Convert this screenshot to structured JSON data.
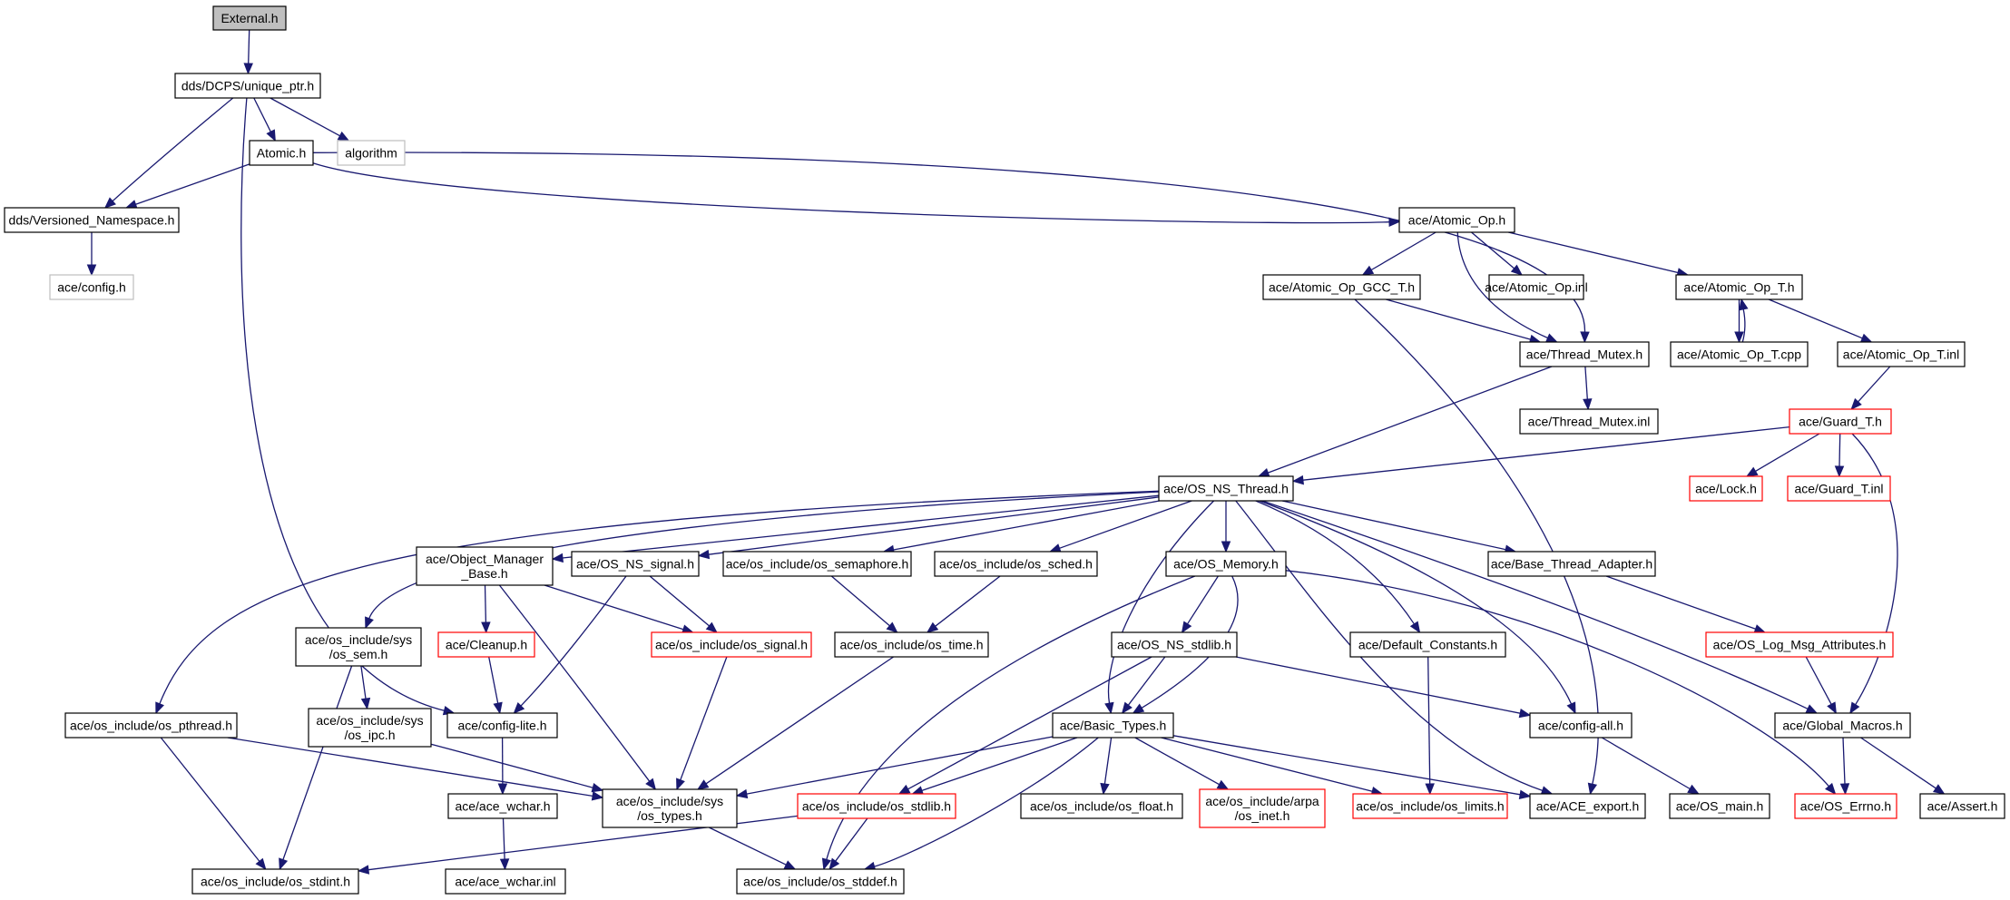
{
  "colors": {
    "edge": "#191970",
    "border_default": "#000000",
    "border_truncated": "#ff0000",
    "border_external": "#bfbfbf",
    "fill_root": "#bfbfbf",
    "fill_default": "#ffffff"
  },
  "nodes": [
    {
      "id": "external_h",
      "lines": [
        "External.h"
      ],
      "style": "root"
    },
    {
      "id": "unique_ptr_h",
      "lines": [
        "dds/DCPS/unique_ptr.h"
      ],
      "style": "default"
    },
    {
      "id": "atomic_h",
      "lines": [
        "Atomic.h"
      ],
      "style": "default"
    },
    {
      "id": "algorithm",
      "lines": [
        "algorithm"
      ],
      "style": "external"
    },
    {
      "id": "versioned_ns_h",
      "lines": [
        "dds/Versioned_Namespace.h"
      ],
      "style": "default"
    },
    {
      "id": "ace_config_h",
      "lines": [
        "ace/config.h"
      ],
      "style": "external"
    },
    {
      "id": "atomic_op_h",
      "lines": [
        "ace/Atomic_Op.h"
      ],
      "style": "default"
    },
    {
      "id": "atomic_op_gcc_t_h",
      "lines": [
        "ace/Atomic_Op_GCC_T.h"
      ],
      "style": "default"
    },
    {
      "id": "atomic_op_inl",
      "lines": [
        "ace/Atomic_Op.inl"
      ],
      "style": "default"
    },
    {
      "id": "atomic_op_t_h",
      "lines": [
        "ace/Atomic_Op_T.h"
      ],
      "style": "default"
    },
    {
      "id": "thread_mutex_h",
      "lines": [
        "ace/Thread_Mutex.h"
      ],
      "style": "default"
    },
    {
      "id": "atomic_op_t_cpp",
      "lines": [
        "ace/Atomic_Op_T.cpp"
      ],
      "style": "default"
    },
    {
      "id": "atomic_op_t_inl",
      "lines": [
        "ace/Atomic_Op_T.inl"
      ],
      "style": "default"
    },
    {
      "id": "thread_mutex_inl",
      "lines": [
        "ace/Thread_Mutex.inl"
      ],
      "style": "default"
    },
    {
      "id": "guard_t_h",
      "lines": [
        "ace/Guard_T.h"
      ],
      "style": "truncated"
    },
    {
      "id": "os_ns_thread_h",
      "lines": [
        "ace/OS_NS_Thread.h"
      ],
      "style": "default"
    },
    {
      "id": "lock_h",
      "lines": [
        "ace/Lock.h"
      ],
      "style": "truncated"
    },
    {
      "id": "guard_t_inl",
      "lines": [
        "ace/Guard_T.inl"
      ],
      "style": "truncated"
    },
    {
      "id": "object_manager_base_h",
      "lines": [
        "ace/Object_Manager",
        "_Base.h"
      ],
      "style": "default"
    },
    {
      "id": "os_ns_signal_h",
      "lines": [
        "ace/OS_NS_signal.h"
      ],
      "style": "default"
    },
    {
      "id": "os_semaphore_h",
      "lines": [
        "ace/os_include/os_semaphore.h"
      ],
      "style": "default"
    },
    {
      "id": "os_sched_h",
      "lines": [
        "ace/os_include/os_sched.h"
      ],
      "style": "default"
    },
    {
      "id": "os_memory_h",
      "lines": [
        "ace/OS_Memory.h"
      ],
      "style": "default"
    },
    {
      "id": "base_thread_adapter_h",
      "lines": [
        "ace/Base_Thread_Adapter.h"
      ],
      "style": "default"
    },
    {
      "id": "sys_os_sem_h",
      "lines": [
        "ace/os_include/sys",
        "/os_sem.h"
      ],
      "style": "default"
    },
    {
      "id": "cleanup_h",
      "lines": [
        "ace/Cleanup.h"
      ],
      "style": "truncated"
    },
    {
      "id": "os_signal_h",
      "lines": [
        "ace/os_include/os_signal.h"
      ],
      "style": "truncated"
    },
    {
      "id": "os_time_h",
      "lines": [
        "ace/os_include/os_time.h"
      ],
      "style": "default"
    },
    {
      "id": "os_ns_stdlib_h",
      "lines": [
        "ace/OS_NS_stdlib.h"
      ],
      "style": "default"
    },
    {
      "id": "default_constants_h",
      "lines": [
        "ace/Default_Constants.h"
      ],
      "style": "default"
    },
    {
      "id": "os_log_msg_attributes_h",
      "lines": [
        "ace/OS_Log_Msg_Attributes.h"
      ],
      "style": "truncated"
    },
    {
      "id": "os_pthread_h",
      "lines": [
        "ace/os_include/os_pthread.h"
      ],
      "style": "default"
    },
    {
      "id": "sys_os_ipc_h",
      "lines": [
        "ace/os_include/sys",
        "/os_ipc.h"
      ],
      "style": "default"
    },
    {
      "id": "config_lite_h",
      "lines": [
        "ace/config-lite.h"
      ],
      "style": "default"
    },
    {
      "id": "basic_types_h",
      "lines": [
        "ace/Basic_Types.h"
      ],
      "style": "default"
    },
    {
      "id": "config_all_h",
      "lines": [
        "ace/config-all.h"
      ],
      "style": "default"
    },
    {
      "id": "global_macros_h",
      "lines": [
        "ace/Global_Macros.h"
      ],
      "style": "default"
    },
    {
      "id": "ace_wchar_h",
      "lines": [
        "ace/ace_wchar.h"
      ],
      "style": "default"
    },
    {
      "id": "sys_os_types_h",
      "lines": [
        "ace/os_include/sys",
        "/os_types.h"
      ],
      "style": "default"
    },
    {
      "id": "os_stdlib_h",
      "lines": [
        "ace/os_include/os_stdlib.h"
      ],
      "style": "truncated"
    },
    {
      "id": "os_float_h",
      "lines": [
        "ace/os_include/os_float.h"
      ],
      "style": "default"
    },
    {
      "id": "arpa_os_inet_h",
      "lines": [
        "ace/os_include/arpa",
        "/os_inet.h"
      ],
      "style": "truncated"
    },
    {
      "id": "os_limits_h",
      "lines": [
        "ace/os_include/os_limits.h"
      ],
      "style": "truncated"
    },
    {
      "id": "ace_export_h",
      "lines": [
        "ace/ACE_export.h"
      ],
      "style": "default"
    },
    {
      "id": "os_main_h",
      "lines": [
        "ace/OS_main.h"
      ],
      "style": "default"
    },
    {
      "id": "os_errno_h",
      "lines": [
        "ace/OS_Errno.h"
      ],
      "style": "truncated"
    },
    {
      "id": "assert_h",
      "lines": [
        "ace/Assert.h"
      ],
      "style": "default"
    },
    {
      "id": "os_stdint_h",
      "lines": [
        "ace/os_include/os_stdint.h"
      ],
      "style": "default"
    },
    {
      "id": "ace_wchar_inl",
      "lines": [
        "ace/ace_wchar.inl"
      ],
      "style": "default"
    },
    {
      "id": "os_stddef_h",
      "lines": [
        "ace/os_include/os_stddef.h"
      ],
      "style": "default"
    }
  ],
  "edges": [
    [
      "external_h",
      "unique_ptr_h"
    ],
    [
      "unique_ptr_h",
      "versioned_ns_h"
    ],
    [
      "unique_ptr_h",
      "atomic_h"
    ],
    [
      "unique_ptr_h",
      "algorithm"
    ],
    [
      "unique_ptr_h",
      "config_lite_h"
    ],
    [
      "atomic_h",
      "versioned_ns_h"
    ],
    [
      "atomic_h",
      "atomic_op_h"
    ],
    [
      "atomic_h",
      "thread_mutex_h"
    ],
    [
      "versioned_ns_h",
      "ace_config_h"
    ],
    [
      "atomic_op_h",
      "atomic_op_gcc_t_h"
    ],
    [
      "atomic_op_h",
      "atomic_op_inl"
    ],
    [
      "atomic_op_h",
      "atomic_op_t_h"
    ],
    [
      "atomic_op_h",
      "thread_mutex_h"
    ],
    [
      "atomic_op_gcc_t_h",
      "thread_mutex_h"
    ],
    [
      "atomic_op_gcc_t_h",
      "ace_export_h"
    ],
    [
      "atomic_op_t_h",
      "atomic_op_t_cpp"
    ],
    [
      "atomic_op_t_cpp",
      "atomic_op_t_h"
    ],
    [
      "atomic_op_t_h",
      "atomic_op_t_inl"
    ],
    [
      "atomic_op_t_inl",
      "guard_t_h"
    ],
    [
      "thread_mutex_h",
      "thread_mutex_inl"
    ],
    [
      "thread_mutex_h",
      "os_ns_thread_h"
    ],
    [
      "guard_t_h",
      "os_ns_thread_h"
    ],
    [
      "guard_t_h",
      "lock_h"
    ],
    [
      "guard_t_h",
      "guard_t_inl"
    ],
    [
      "guard_t_h",
      "global_macros_h"
    ],
    [
      "os_ns_thread_h",
      "os_pthread_h"
    ],
    [
      "os_ns_thread_h",
      "sys_os_sem_h"
    ],
    [
      "os_ns_thread_h",
      "object_manager_base_h"
    ],
    [
      "os_ns_thread_h",
      "os_ns_signal_h"
    ],
    [
      "os_ns_thread_h",
      "os_semaphore_h"
    ],
    [
      "os_ns_thread_h",
      "os_sched_h"
    ],
    [
      "os_ns_thread_h",
      "os_memory_h"
    ],
    [
      "os_ns_thread_h",
      "base_thread_adapter_h"
    ],
    [
      "os_ns_thread_h",
      "basic_types_h"
    ],
    [
      "os_ns_thread_h",
      "default_constants_h"
    ],
    [
      "os_ns_thread_h",
      "config_all_h"
    ],
    [
      "os_ns_thread_h",
      "ace_export_h"
    ],
    [
      "os_ns_thread_h",
      "global_macros_h"
    ],
    [
      "object_manager_base_h",
      "cleanup_h"
    ],
    [
      "object_manager_base_h",
      "os_signal_h"
    ],
    [
      "object_manager_base_h",
      "sys_os_types_h"
    ],
    [
      "os_ns_signal_h",
      "os_signal_h"
    ],
    [
      "os_ns_signal_h",
      "config_lite_h"
    ],
    [
      "os_semaphore_h",
      "os_time_h"
    ],
    [
      "os_sched_h",
      "os_time_h"
    ],
    [
      "os_time_h",
      "sys_os_types_h"
    ],
    [
      "os_signal_h",
      "sys_os_types_h"
    ],
    [
      "cleanup_h",
      "config_lite_h"
    ],
    [
      "sys_os_sem_h",
      "sys_os_ipc_h"
    ],
    [
      "sys_os_sem_h",
      "os_stdint_h"
    ],
    [
      "sys_os_ipc_h",
      "sys_os_types_h"
    ],
    [
      "os_pthread_h",
      "sys_os_types_h"
    ],
    [
      "os_pthread_h",
      "os_stdint_h"
    ],
    [
      "config_lite_h",
      "ace_wchar_h"
    ],
    [
      "ace_wchar_h",
      "ace_wchar_inl"
    ],
    [
      "os_memory_h",
      "os_ns_stdlib_h"
    ],
    [
      "os_memory_h",
      "basic_types_h"
    ],
    [
      "os_memory_h",
      "os_stddef_h"
    ],
    [
      "os_memory_h",
      "os_errno_h"
    ],
    [
      "os_ns_stdlib_h",
      "basic_types_h"
    ],
    [
      "os_ns_stdlib_h",
      "os_stdlib_h"
    ],
    [
      "os_ns_stdlib_h",
      "config_all_h"
    ],
    [
      "basic_types_h",
      "sys_os_types_h"
    ],
    [
      "basic_types_h",
      "os_stdlib_h"
    ],
    [
      "basic_types_h",
      "os_float_h"
    ],
    [
      "basic_types_h",
      "arpa_os_inet_h"
    ],
    [
      "basic_types_h",
      "os_limits_h"
    ],
    [
      "basic_types_h",
      "ace_export_h"
    ],
    [
      "basic_types_h",
      "os_stddef_h"
    ],
    [
      "default_constants_h",
      "os_limits_h"
    ],
    [
      "config_all_h",
      "os_main_h"
    ],
    [
      "base_thread_adapter_h",
      "os_log_msg_attributes_h"
    ],
    [
      "os_log_msg_attributes_h",
      "global_macros_h"
    ],
    [
      "global_macros_h",
      "os_errno_h"
    ],
    [
      "global_macros_h",
      "assert_h"
    ],
    [
      "sys_os_types_h",
      "os_stddef_h"
    ],
    [
      "os_stdlib_h",
      "os_stddef_h"
    ],
    [
      "os_stdlib_h",
      "os_stdint_h"
    ]
  ]
}
